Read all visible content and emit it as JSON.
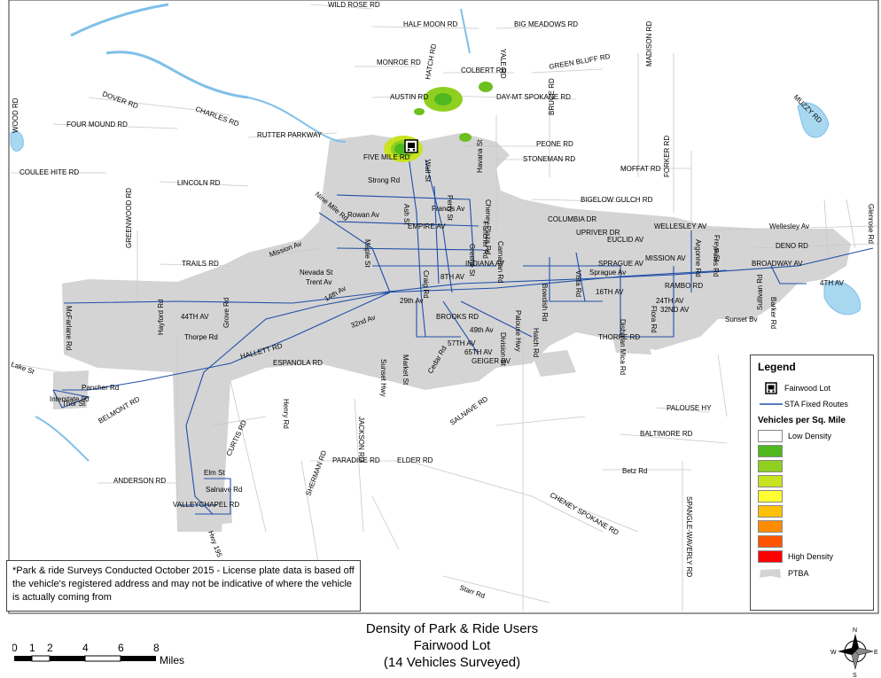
{
  "map": {
    "road_labels": [
      "WILD ROSE RD",
      "HALF MOON RD",
      "BIG MEADOWS RD",
      "MONROE RD",
      "COLBERT RD",
      "YALE RD",
      "GREEN BLUFF RD",
      "DOVER RD",
      "AUSTIN RD",
      "HATCH RD",
      "DAY-MT SPOKANE RD",
      "MADISON RD",
      "MUZZY RD",
      "CHARLES RD",
      "FOUR MOUND RD",
      "BRUCE RD",
      "WOOD RD",
      "RUTTER PARKWAY",
      "PEONE RD",
      "FIVE MILE RD",
      "STONEMAN RD",
      "COULEE HITE RD",
      "MOFFAT RD",
      "FORKER RD",
      "LINCOLN RD",
      "Strong Rd",
      "BIGELOW GULCH RD",
      "Nine Mile Rd",
      "Francis Av",
      "COLUMBIA DR",
      "Rowan Av",
      "UPRIVER DR",
      "WELLESLEY AV",
      "Wellesley Av",
      "EMPIRE AV",
      "EUCLID AV",
      "DENO RD",
      "TRAILS RD",
      "Mission Av",
      "INDIANA AV",
      "MISSION AV",
      "BROADWAY AV",
      "SPRAGUE AV",
      "Sprague Av",
      "4TH AV",
      "RAMBO RD",
      "GREENWOOD RD",
      "Trent Av",
      "8TH AV",
      "16TH AV",
      "24TH AV",
      "32ND AV",
      "Sunset Bv",
      "14th Av",
      "29th Av",
      "BROOKS RD",
      "McFarlane Rd",
      "44TH AV",
      "THORPE RD",
      "Thorpe Rd",
      "32nd Av",
      "49th Av",
      "57TH AV",
      "65TH AV",
      "GEIGER BV",
      "HALLETT RD",
      "ESPANOLA RD",
      "Lake St",
      "Pancher Rd",
      "Interstate 90",
      "BELMONT RD",
      "PALOUSE HY",
      "BALTIMORE RD",
      "SALNAVE RD",
      "ANDERSON RD",
      "PARADISE RD",
      "ELDER RD",
      "Betz Rd",
      "Elm St",
      "Salnave Rd",
      "VALLEYCHAPEL RD",
      "CHENEY SPOKANE RD",
      "CURTIS RD",
      "SHERMAN RD",
      "JACKSON RD",
      "SPANGLE-WAVERLY RD",
      "Starr Rd",
      "Glenrose Rd",
      "Hatch Rd",
      "Cedar Rd",
      "Market St",
      "Havana St",
      "Division St",
      "Craig Rd",
      "Hayford Rd",
      "Grove Rd",
      "Henry Rd",
      "Barker Rd",
      "Sullivan Rd",
      "Pines Rd",
      "Argonne Rd",
      "Vista Rd",
      "Bowdish Rd",
      "Dishman Mica Rd",
      "Flora Rd",
      "Freya St",
      "Cheney Plaza Rd",
      "Hwy 195",
      "Sunset Hwy",
      "Nevada St",
      "Wall St",
      "Ash St",
      "Maple St",
      "Perry St",
      "Greene St",
      "Fancher Rd",
      "Thor St",
      "Carnahan Rd",
      "Palouse Hwy"
    ],
    "park_ride_icon": "bus-icon"
  },
  "legend": {
    "title": "Legend",
    "lot_label": "Fairwood Lot",
    "routes_label": "STA Fixed Routes",
    "density_title": "Vehicles per Sq. Mile",
    "low_label": "Low Density",
    "high_label": "High Density",
    "ptba_label": "PTBA",
    "swatches": [
      "#ffffff",
      "#4fb81f",
      "#8fcf1f",
      "#c8e320",
      "#ffff33",
      "#ffc107",
      "#ff8c00",
      "#ff5500",
      "#ff0000"
    ],
    "ptba_color": "#d4d4d4",
    "route_color": "#1f4fa8"
  },
  "note": {
    "text": "*Park & ride Surveys Conducted October 2015 - License plate data is based off the vehicle's registered address and may not be indicative of where the vehicle is actually coming from"
  },
  "title": {
    "line1": "Density of Park & Ride Users",
    "line2": "Fairwood Lot",
    "line3": "(14 Vehicles Surveyed)"
  },
  "scale": {
    "ticks": [
      "0",
      "1",
      "2",
      "4",
      "6",
      "8"
    ],
    "unit": "Miles"
  },
  "compass": {
    "n": "N",
    "s": "S",
    "e": "E",
    "w": "W"
  }
}
